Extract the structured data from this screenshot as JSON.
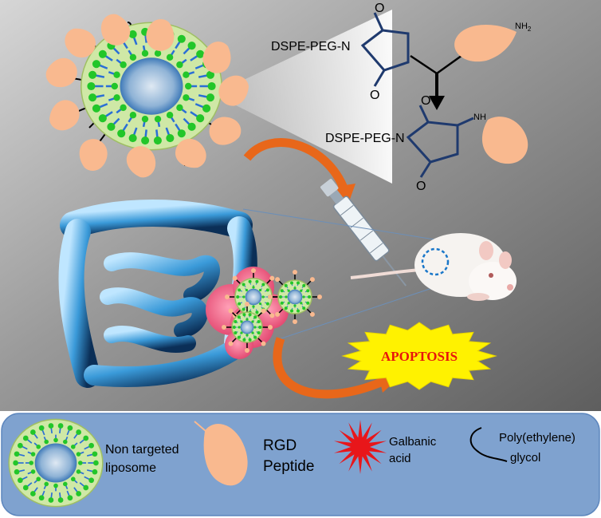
{
  "reaction": {
    "reactant_label": "DSPE-PEG-N",
    "reagent_label": "NH",
    "reagent_subscript": "2",
    "product_label": "DSPE-PEG-N",
    "product_nh_label": "NH",
    "carbonyl_label": "O"
  },
  "outcome": {
    "label": "APOPTOSIS",
    "color": "#e8160c",
    "badge_color": "#fff200"
  },
  "legend": {
    "background": "#7fa2cf",
    "items": [
      {
        "line1": "Non targeted",
        "line2": "liposome"
      },
      {
        "line1": "RGD",
        "line2": "Peptide"
      },
      {
        "line1": "Galbanic",
        "line2": "acid"
      },
      {
        "line1": "Poly(ethylene)",
        "line2": "glycol"
      }
    ]
  },
  "colors": {
    "peptide": "#f9b98f",
    "lipid_head": "#22c629",
    "lipid_tail": "#2a6fd6",
    "liposome_fill": "#cfe8a6",
    "arrow": "#e8671a",
    "structure": "#1f3a6e"
  }
}
